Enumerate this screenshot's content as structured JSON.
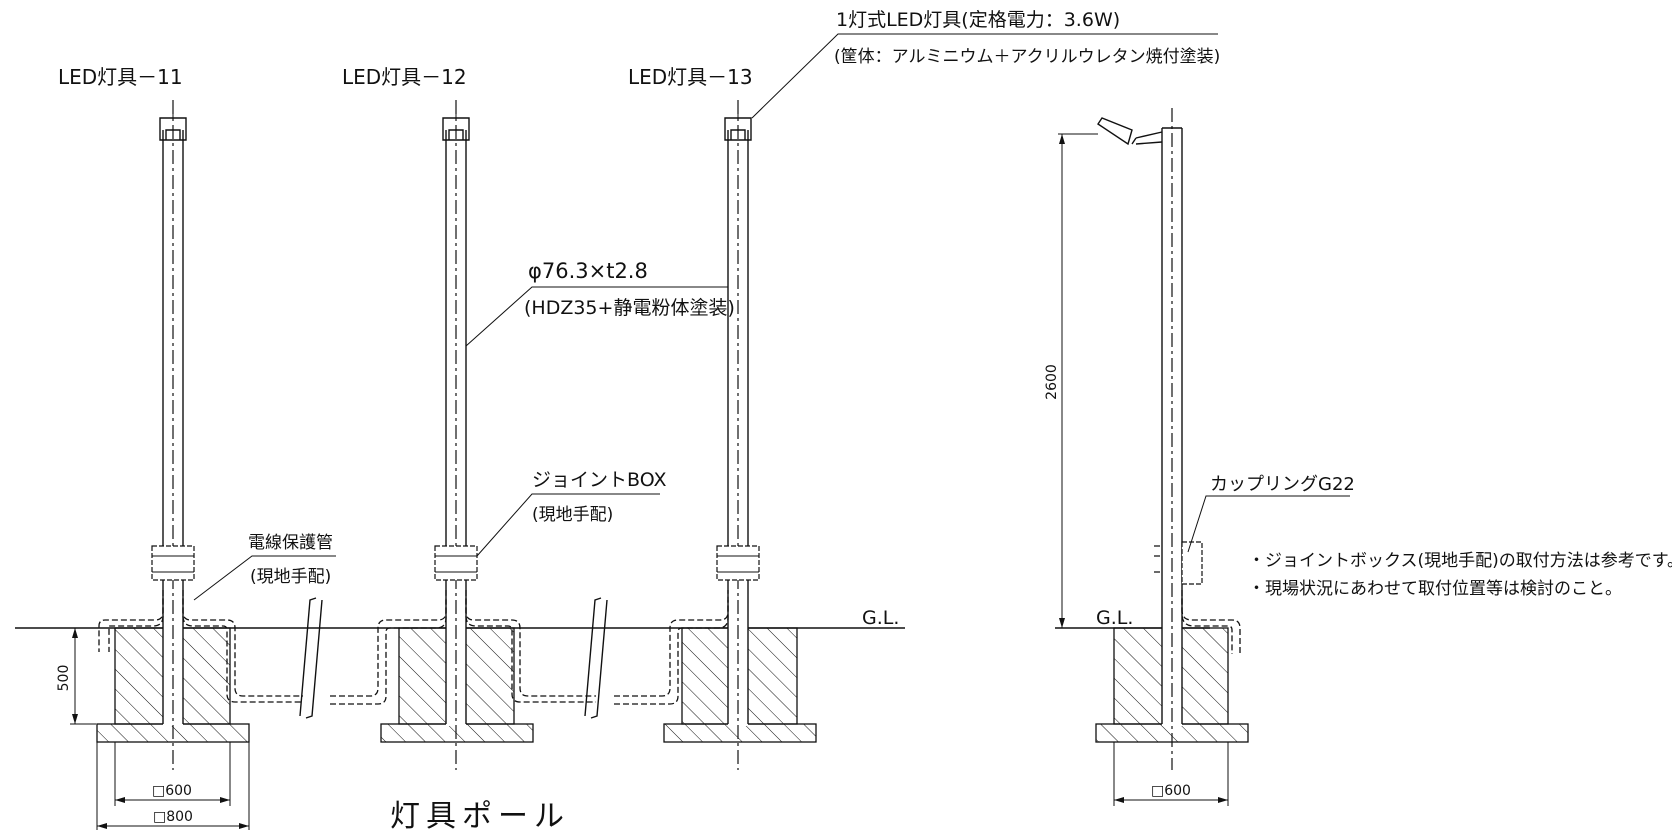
{
  "labels": {
    "pole_11": "LED灯具－11",
    "pole_12": "LED灯具－12",
    "pole_13": "LED灯具－13",
    "fixture_title": "1灯式LED灯具(定格電力：3.6W)",
    "fixture_spec": "(筐体：アルミニウム＋アクリルウレタン焼付塗装)",
    "pipe_size": "φ76.3×t2.8",
    "pipe_finish": "(HDZ35+静電粉体塗装)",
    "joint_box": "ジョイントBOX",
    "joint_box_note": "(現地手配)",
    "conduit": "電線保護管",
    "conduit_note": "(現地手配)",
    "gl_left": "G.L.",
    "gl_right": "G.L.",
    "coupling": "カップリングG22",
    "dim_height": "2600",
    "dim_depth": "500",
    "dim_600_left": "□600",
    "dim_800_left": "□800",
    "dim_600_right": "□600",
    "drawing_title": "灯具ポール",
    "note_1": "・ジョイントボックス(現地手配)の取付方法は参考です。",
    "note_2": "・現場状況にあわせて取付位置等は検討のこと。"
  }
}
